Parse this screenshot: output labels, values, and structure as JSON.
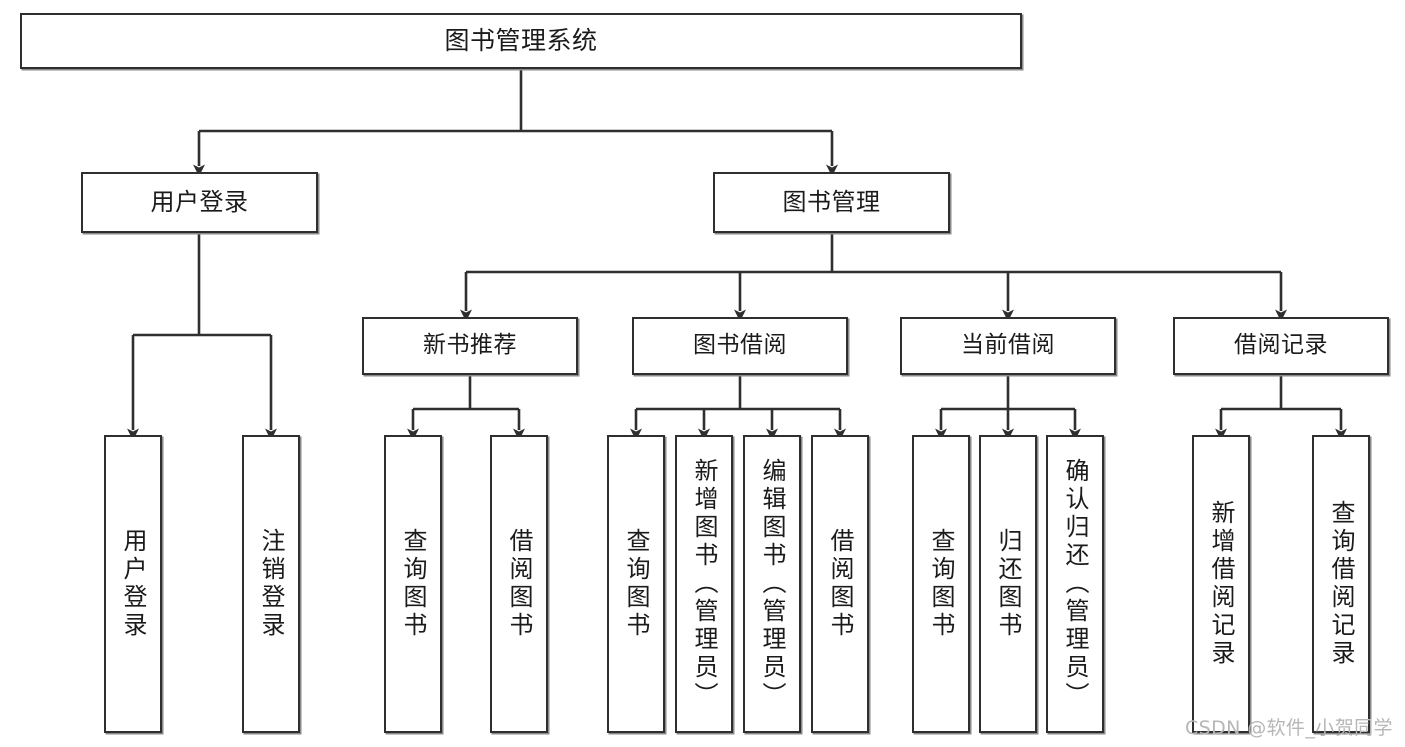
{
  "diagram": {
    "title": "图书管理系统",
    "type": "hierarchy-tree",
    "watermark": "CSDN @软件_小贺同学",
    "nodes": {
      "root": {
        "label": "图书管理系统",
        "level": 1
      },
      "level2": [
        {
          "id": "user-login",
          "label": "用户登录",
          "level": 2
        },
        {
          "id": "book-manage",
          "label": "图书管理",
          "level": 2
        }
      ],
      "level3": [
        {
          "id": "new-book-recommend",
          "label": "新书推荐",
          "level": 3,
          "parent": "book-manage"
        },
        {
          "id": "book-borrow",
          "label": "图书借阅",
          "level": 3,
          "parent": "book-manage"
        },
        {
          "id": "current-borrow",
          "label": "当前借阅",
          "level": 3,
          "parent": "book-manage"
        },
        {
          "id": "borrow-record",
          "label": "借阅记录",
          "level": 3,
          "parent": "book-manage"
        }
      ],
      "leaves": [
        {
          "id": "leaf-user-login",
          "label": "用户登录",
          "parent": "user-login"
        },
        {
          "id": "leaf-user-logout",
          "label": "注销登录",
          "parent": "user-login"
        },
        {
          "id": "leaf-query-book-1",
          "label": "查询图书",
          "parent": "new-book-recommend"
        },
        {
          "id": "leaf-borrow-book-1",
          "label": "借阅图书",
          "parent": "new-book-recommend"
        },
        {
          "id": "leaf-query-book-2",
          "label": "查询图书",
          "parent": "book-borrow"
        },
        {
          "id": "leaf-add-book",
          "label": "新增图书（管理员）",
          "parent": "book-borrow"
        },
        {
          "id": "leaf-edit-book",
          "label": "编辑图书（管理员）",
          "parent": "book-borrow"
        },
        {
          "id": "leaf-borrow-book-2",
          "label": "借阅图书",
          "parent": "book-borrow"
        },
        {
          "id": "leaf-query-book-3",
          "label": "查询图书",
          "parent": "current-borrow"
        },
        {
          "id": "leaf-return-book",
          "label": "归还图书",
          "parent": "current-borrow"
        },
        {
          "id": "leaf-confirm-return",
          "label": "确认归还（管理员）",
          "parent": "current-borrow"
        },
        {
          "id": "leaf-add-record",
          "label": "新增借阅记录",
          "parent": "borrow-record"
        },
        {
          "id": "leaf-query-record",
          "label": "查询借阅记录",
          "parent": "borrow-record"
        }
      ]
    },
    "colors": {
      "stroke": "#2f2f2f",
      "shadow": "#8a8a8a",
      "background": "#ffffff",
      "text": "#1b1b1b",
      "watermark": "#b7b7b7"
    }
  }
}
